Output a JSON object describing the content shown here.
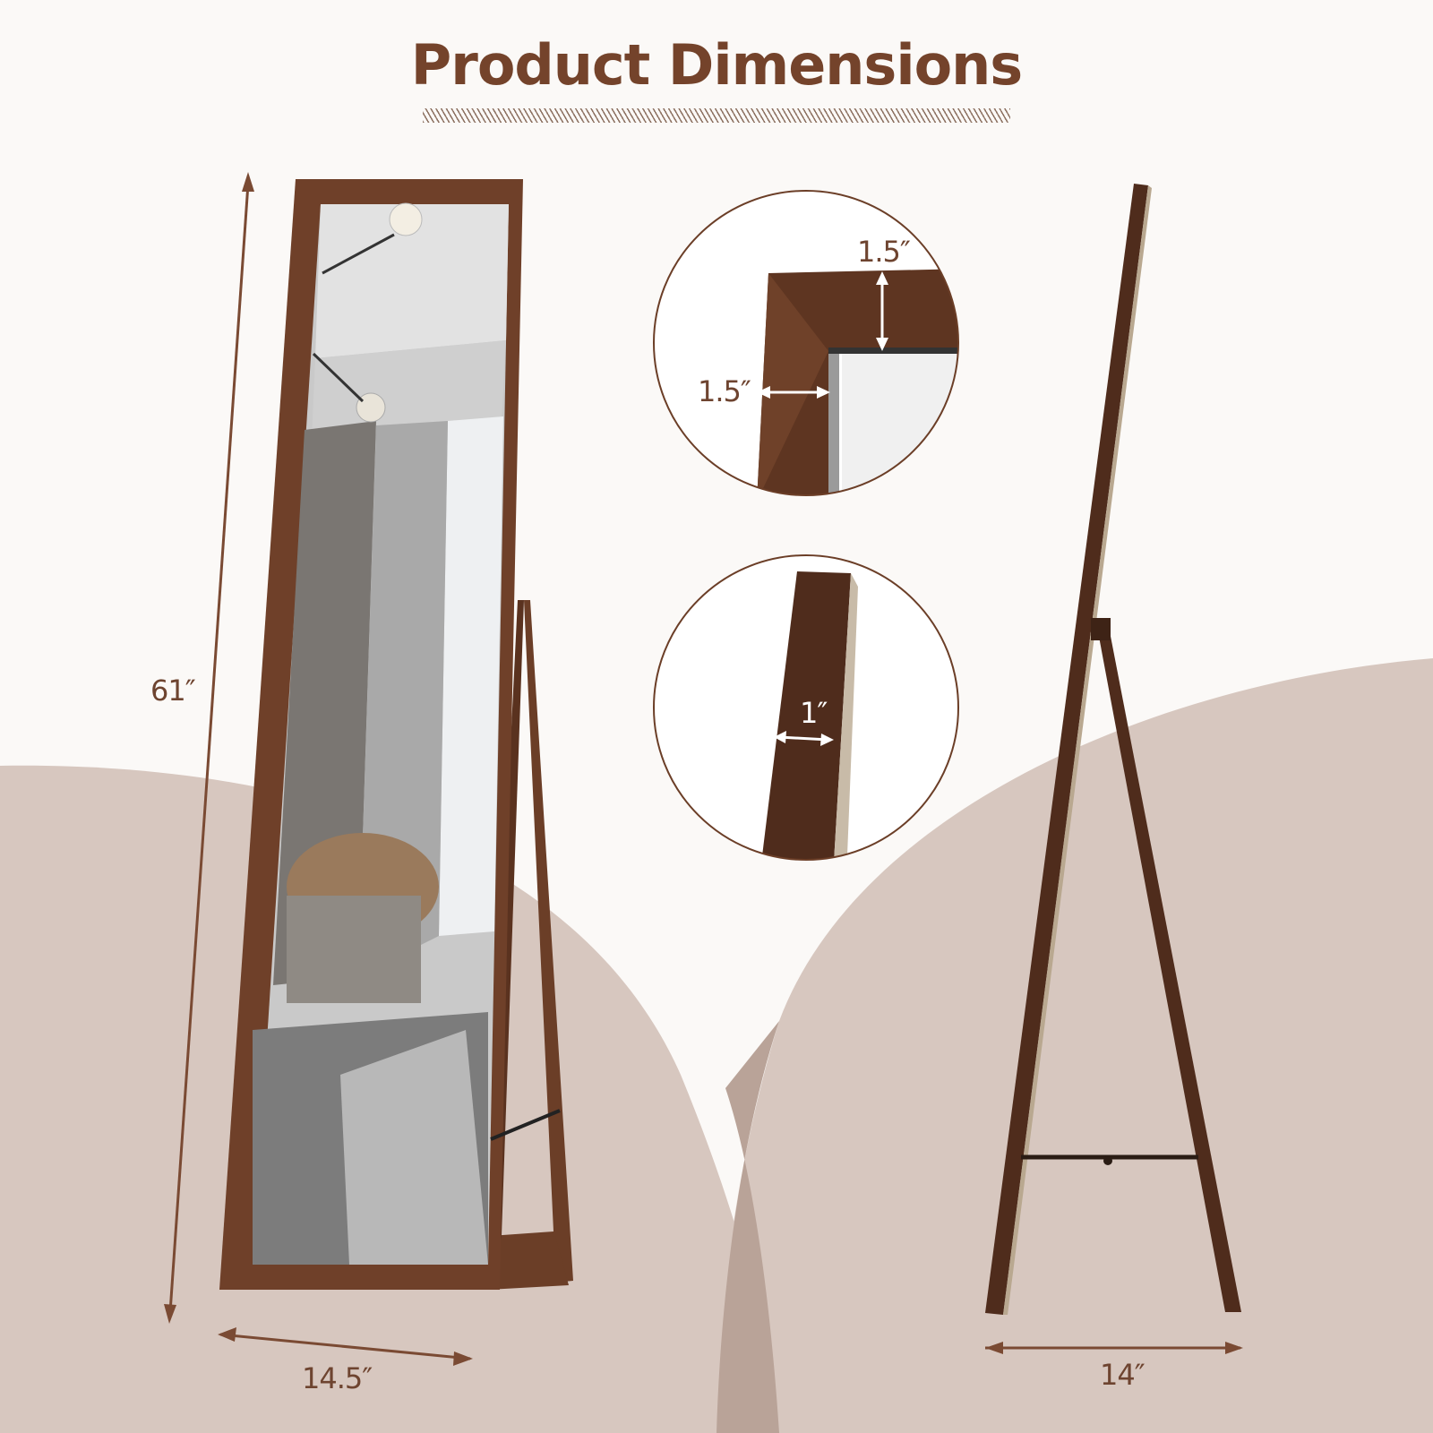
{
  "title": "Product Dimensions",
  "colors": {
    "title": "#74432b",
    "label": "#6e4430",
    "wood": "#6b3e27",
    "wood_dark": "#4a2a1a",
    "floor_blob": "#d7c7bf",
    "floor_overlap": "#b9a398",
    "background": "#fbf9f7"
  },
  "dimensions": {
    "height": "61″",
    "front_width": "14.5″",
    "stand_width": "14″",
    "frame_top_width": "1.5″",
    "frame_side_width": "1.5″",
    "frame_depth": "1″"
  },
  "views": {
    "front": "front-view-mirror",
    "side": "side-view-mirror",
    "detail_corner": "frame-corner-detail",
    "detail_edge": "frame-edge-detail"
  }
}
